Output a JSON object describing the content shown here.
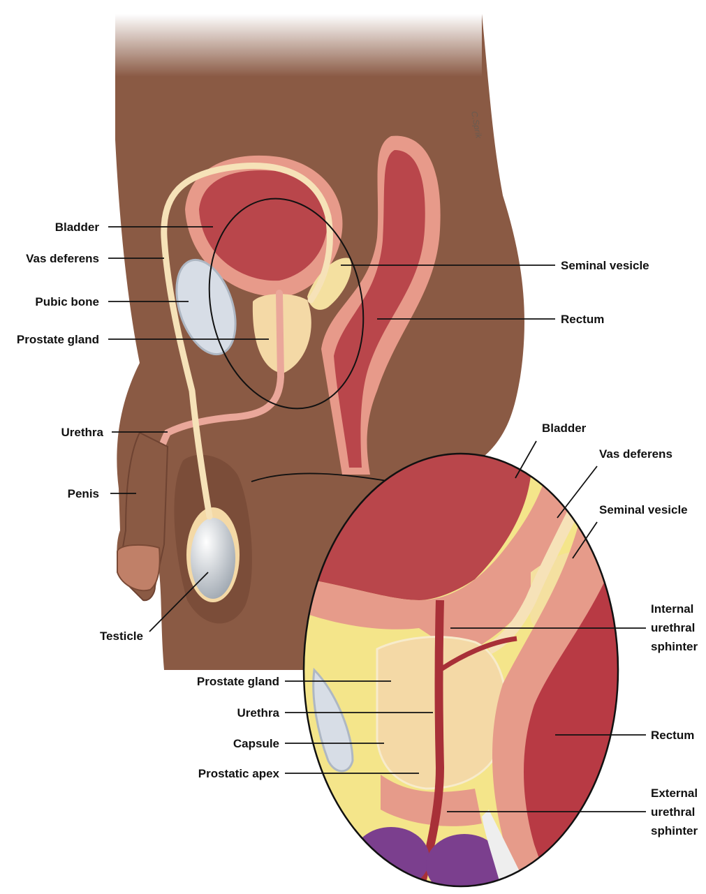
{
  "labels": {
    "bladder": "Bladder",
    "vas_deferens": "Vas deferens",
    "pubic_bone": "Pubic bone",
    "prostate_gland": "Prostate gland",
    "urethra": "Urethra",
    "penis": "Penis",
    "testicle": "Testicle",
    "seminal_vesicle": "Seminal vesicle",
    "rectum": "Rectum"
  },
  "detail_labels": {
    "bladder": "Bladder",
    "vas_deferens": "Vas deferens",
    "seminal_vesicle": "Seminal vesicle",
    "internal_sphincter": [
      "Internal",
      "urethral",
      "sphinter"
    ],
    "prostate_gland": "Prostate gland",
    "urethra": "Urethra",
    "capsule": "Capsule",
    "prostatic_apex": "Prostatic apex",
    "rectum": "Rectum",
    "external_sphincter": [
      "External",
      "urethral",
      "sphinter"
    ]
  },
  "colors": {
    "skin": "#8a5a44",
    "skin_shadow": "#6e4332",
    "bladder_wall": "#e79a8a",
    "bladder_inner": "#b9464b",
    "prostate": "#f4d9a6",
    "vas": "#f6e2b8",
    "bone": "#d7dde6",
    "rectum": "#b83a44",
    "fat": "#f4e58a",
    "muscle": "#e69b8a",
    "purple": "#7b3f8e"
  }
}
